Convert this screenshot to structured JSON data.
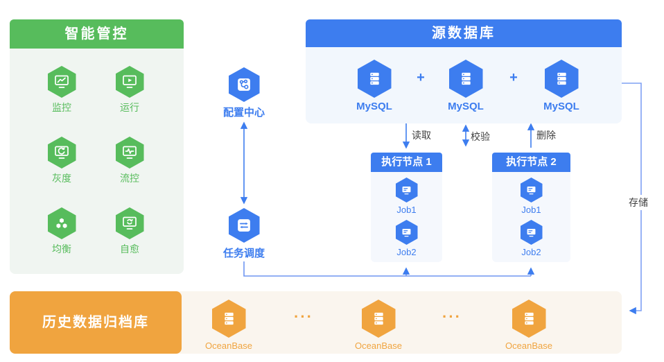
{
  "panels": {
    "smart_control": {
      "title": "智能管控",
      "items": [
        {
          "label": "监控",
          "icon": "monitor-chart-icon"
        },
        {
          "label": "运行",
          "icon": "monitor-play-icon"
        },
        {
          "label": "灰度",
          "icon": "monitor-refresh-icon"
        },
        {
          "label": "流控",
          "icon": "monitor-pulse-icon"
        },
        {
          "label": "均衡",
          "icon": "cluster-icon"
        },
        {
          "label": "自愈",
          "icon": "monitor-sync-icon"
        }
      ]
    },
    "middle": {
      "config_center": {
        "label": "配置中心",
        "icon": "config-icon"
      },
      "task_scheduler": {
        "label": "任务调度",
        "icon": "scheduler-icon"
      }
    },
    "source_db": {
      "title": "源数据库",
      "plus": "+",
      "databases": [
        {
          "label": "MySQL",
          "icon": "server-icon"
        },
        {
          "label": "MySQL",
          "icon": "server-icon"
        },
        {
          "label": "MySQL",
          "icon": "server-icon"
        }
      ]
    },
    "exec_nodes": [
      {
        "title": "执行节点 1",
        "jobs": [
          "Job1",
          "Job2"
        ],
        "icon": "job-monitor-icon"
      },
      {
        "title": "执行节点 2",
        "jobs": [
          "Job1",
          "Job2"
        ],
        "icon": "job-monitor-icon"
      }
    ],
    "archive": {
      "title": "历史数据归档库",
      "dots": "···",
      "databases": [
        {
          "label": "OceanBase",
          "icon": "server-icon"
        },
        {
          "label": "OceanBase",
          "icon": "server-icon"
        },
        {
          "label": "OceanBase",
          "icon": "server-icon"
        }
      ]
    }
  },
  "edges": {
    "read_label": "读取",
    "verify_label": "校验",
    "delete_label": "删除",
    "store_label": "存储"
  },
  "colors": {
    "accent_blue": "#3D7DEF",
    "accent_green": "#57BC5C",
    "accent_orange": "#F0A43F",
    "panel_green_bg": "#F0F5F1",
    "panel_blue_bg": "#F2F7FD",
    "card_bg": "#F5F8FD",
    "archive_bg": "#FAF5EE",
    "line_blue": "#7FA0F3",
    "text_dark": "#404040"
  }
}
